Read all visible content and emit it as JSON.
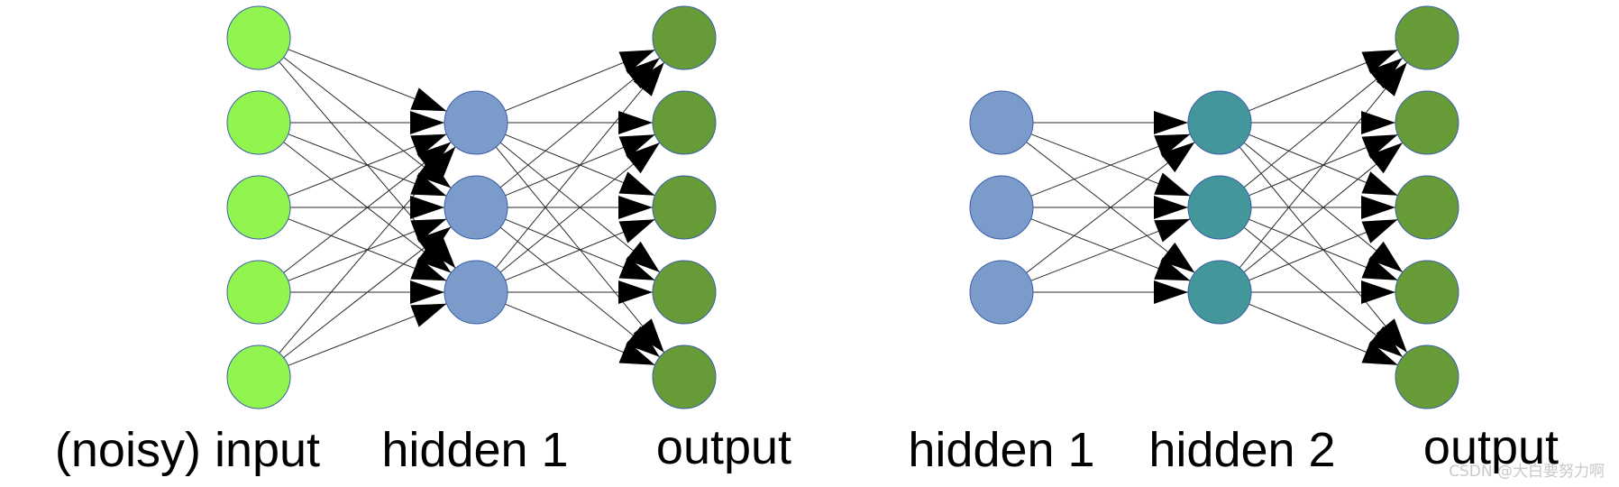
{
  "networks": [
    {
      "id": "left",
      "layers": [
        {
          "label": "(noisy) input",
          "nodes": 5,
          "color": "#92f54f"
        },
        {
          "label": "hidden 1",
          "nodes": 3,
          "color": "#7b9ccb"
        },
        {
          "label": "output",
          "nodes": 5,
          "color": "#679b37"
        }
      ]
    },
    {
      "id": "right",
      "layers": [
        {
          "label": "hidden 1",
          "nodes": 3,
          "color": "#7b9ccb"
        },
        {
          "label": "hidden 2",
          "nodes": 3,
          "color": "#43969a"
        },
        {
          "label": "output",
          "nodes": 5,
          "color": "#679b37"
        }
      ]
    }
  ],
  "watermark": "CSDN @大白要努力啊",
  "colors": {
    "edge": "#2a2a2a",
    "arrowhead": "#000000",
    "node_outline": "#3b5ea8"
  }
}
